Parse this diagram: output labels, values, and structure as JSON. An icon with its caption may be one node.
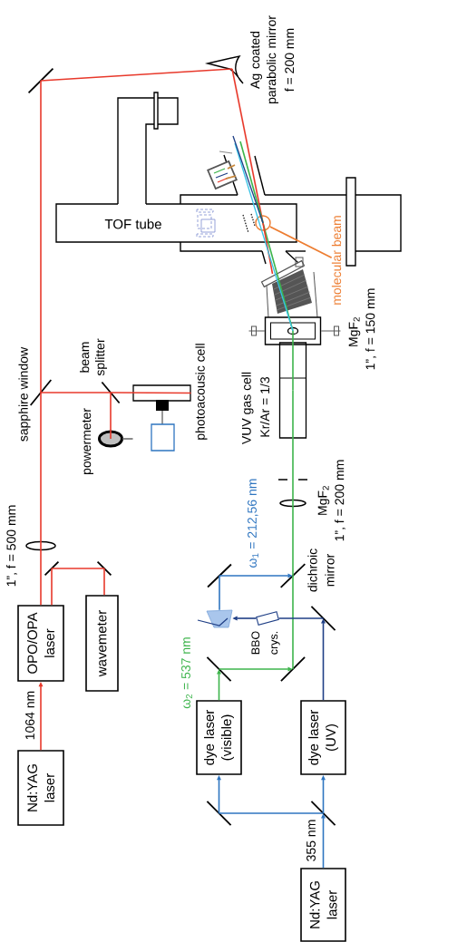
{
  "diagram": {
    "nodes": [
      {
        "text": [],
        "shape": "bar"
      },
      {
        "text": [
          "Ag coated parabolic mirror",
          "f = 200 mm"
        ]
      },
      {
        "text": [
          "TOF tube"
        ]
      },
      {
        "text": [],
        "shape": "circle",
        "in": 2
      },
      {
        "text": [
          "molecular beam"
        ]
      },
      {
        "text": [
          "MgF$_{2}$",
          "1”, f = 150 mm"
        ]
      },
      {
        "text": [
          "VUV gas cell",
          "Kr/Ar = 1/3"
        ]
      },
      {
        "text": [
          "sapphire window"
        ]
      },
      {
        "text": [
          "beam splitter"
        ]
      },
      {
        "text": [
          "photoacousic cell"
        ]
      },
      {
        "text": [
          "powermeter"
        ]
      },
      {
        "text": [
          "MgF$_{2}$",
          "1”, f = 200 mm"
        ]
      },
      {
        "text": [
          "1”, f = 500 mm"
        ]
      },
      {
        "text": [],
        "shape": "bar"
      },
      {
        "text": [],
        "shape": "bar"
      },
      {
        "text": [],
        "shape": "bar"
      },
      {
        "text": [
          "dichroic mirror"
        ]
      },
      {
        "text": [
          "OPO/OPA laser"
        ]
      },
      {
        "text": [
          "wavemeter"
        ]
      },
      {
        "text": [],
        "shape": "trapezoid"
      },
      {
        "text": [
          "BBO crys."
        ]
      },
      {
        "text": [],
        "shape": "bar"
      },
      {
        "text": [],
        "shape": "bar"
      },
      {
        "text": [],
        "shape": "bar"
      },
      {
        "text": [
          "dye laser (visible)"
        ]
      },
      {
        "text": [
          "dye laser (UV)"
        ]
      },
      {
        "text": [
          "Nd:YAG laser"
        ]
      },
      {
        "text": [],
        "shape": "bar"
      },
      {
        "text": [],
        "shape": "bar"
      },
      {
        "text": [
          "Nd:YAG laser"
        ]
      }
    ],
    "edges": [
      {
        "from": 26,
        "to": 17,
        "arrow": "to",
        "label": "1064 nm"
      },
      {
        "from": 17,
        "to": 12,
        "arrow": "none"
      },
      {
        "from": 12,
        "to": 7,
        "arrow": "none"
      },
      {
        "from": 7,
        "to": 0,
        "arrow": "none"
      },
      {
        "from": 0,
        "to": 1,
        "arrow": "none"
      },
      {
        "from": 1,
        "to": 3,
        "arrow": "none"
      },
      {
        "from": 17,
        "to": 13,
        "arrow": "none"
      },
      {
        "from": 13,
        "to": 14,
        "arrow": "none"
      },
      {
        "from": 14,
        "to": 18,
        "arrow": "none"
      },
      {
        "from": 7,
        "to": 8,
        "arrow": "none"
      },
      {
        "from": 8,
        "to": 9,
        "arrow": "none"
      },
      {
        "from": 8,
        "to": 10,
        "arrow": "none"
      },
      {
        "from": 29,
        "to": 28,
        "arrow": "to",
        "label": "355 nm",
        "color": "#2e75c0"
      },
      {
        "from": 28,
        "to": 27,
        "arrow": "none",
        "color": "#2e75c0"
      },
      {
        "from": 27,
        "to": 24,
        "arrow": "to",
        "color": "#2e75c0"
      },
      {
        "from": 28,
        "to": 25,
        "arrow": "to",
        "color": "#2e75c0"
      },
      {
        "from": 24,
        "to": 22,
        "arrow": "to",
        "label": "ω$_{2}$ = 537 nm",
        "color": "#3cb44b"
      },
      {
        "from": 22,
        "to": 23,
        "arrow": "to",
        "color": "#3cb44b"
      },
      {
        "from": 23,
        "to": 16,
        "arrow": "none",
        "color": "#3cb44b"
      },
      {
        "from": 25,
        "to": 21,
        "arrow": "to",
        "color": "#1f3f86"
      },
      {
        "from": 21,
        "to": 20,
        "arrow": "none",
        "color": "#1f3f86"
      },
      {
        "from": 20,
        "to": 19,
        "arrow": "to",
        "color": "#1f3f86"
      },
      {
        "from": 19,
        "to": 15,
        "arrow": "none",
        "color": "#2e75c0"
      },
      {
        "from": 15,
        "to": 16,
        "arrow": "to",
        "label": "ω$_{1}$ = 212,56 nm",
        "color": "#2e75c0"
      },
      {
        "from": 16,
        "to": 11,
        "arrow": "none",
        "color": "#3cb44b"
      },
      {
        "from": 11,
        "to": 6,
        "arrow": "none",
        "color": "#3cb44b"
      },
      {
        "from": 6,
        "to": 5,
        "arrow": "none",
        "color": "#3cb44b"
      },
      {
        "from": 5,
        "to": 3,
        "arrow": "none",
        "color": "#3cb44b"
      },
      {
        "from": 4,
        "to": 3,
        "arrow": "none",
        "color": "#ed7d31"
      },
      {
        "from": 3,
        "to": null,
        "arrow": "none"
      },
      {
        "from": 3,
        "to": null,
        "arrow": "none",
        "color": "#3cb44b"
      },
      {
        "from": 5,
        "to": 3,
        "arrow": "none",
        "color": "#37c3e6"
      },
      {
        "from": 3,
        "to": null,
        "arrow": "none",
        "color": "#37c3e6"
      },
      {
        "from": 3,
        "to": null,
        "arrow": "none",
        "color": "#1f3f86"
      }
    ]
  }
}
